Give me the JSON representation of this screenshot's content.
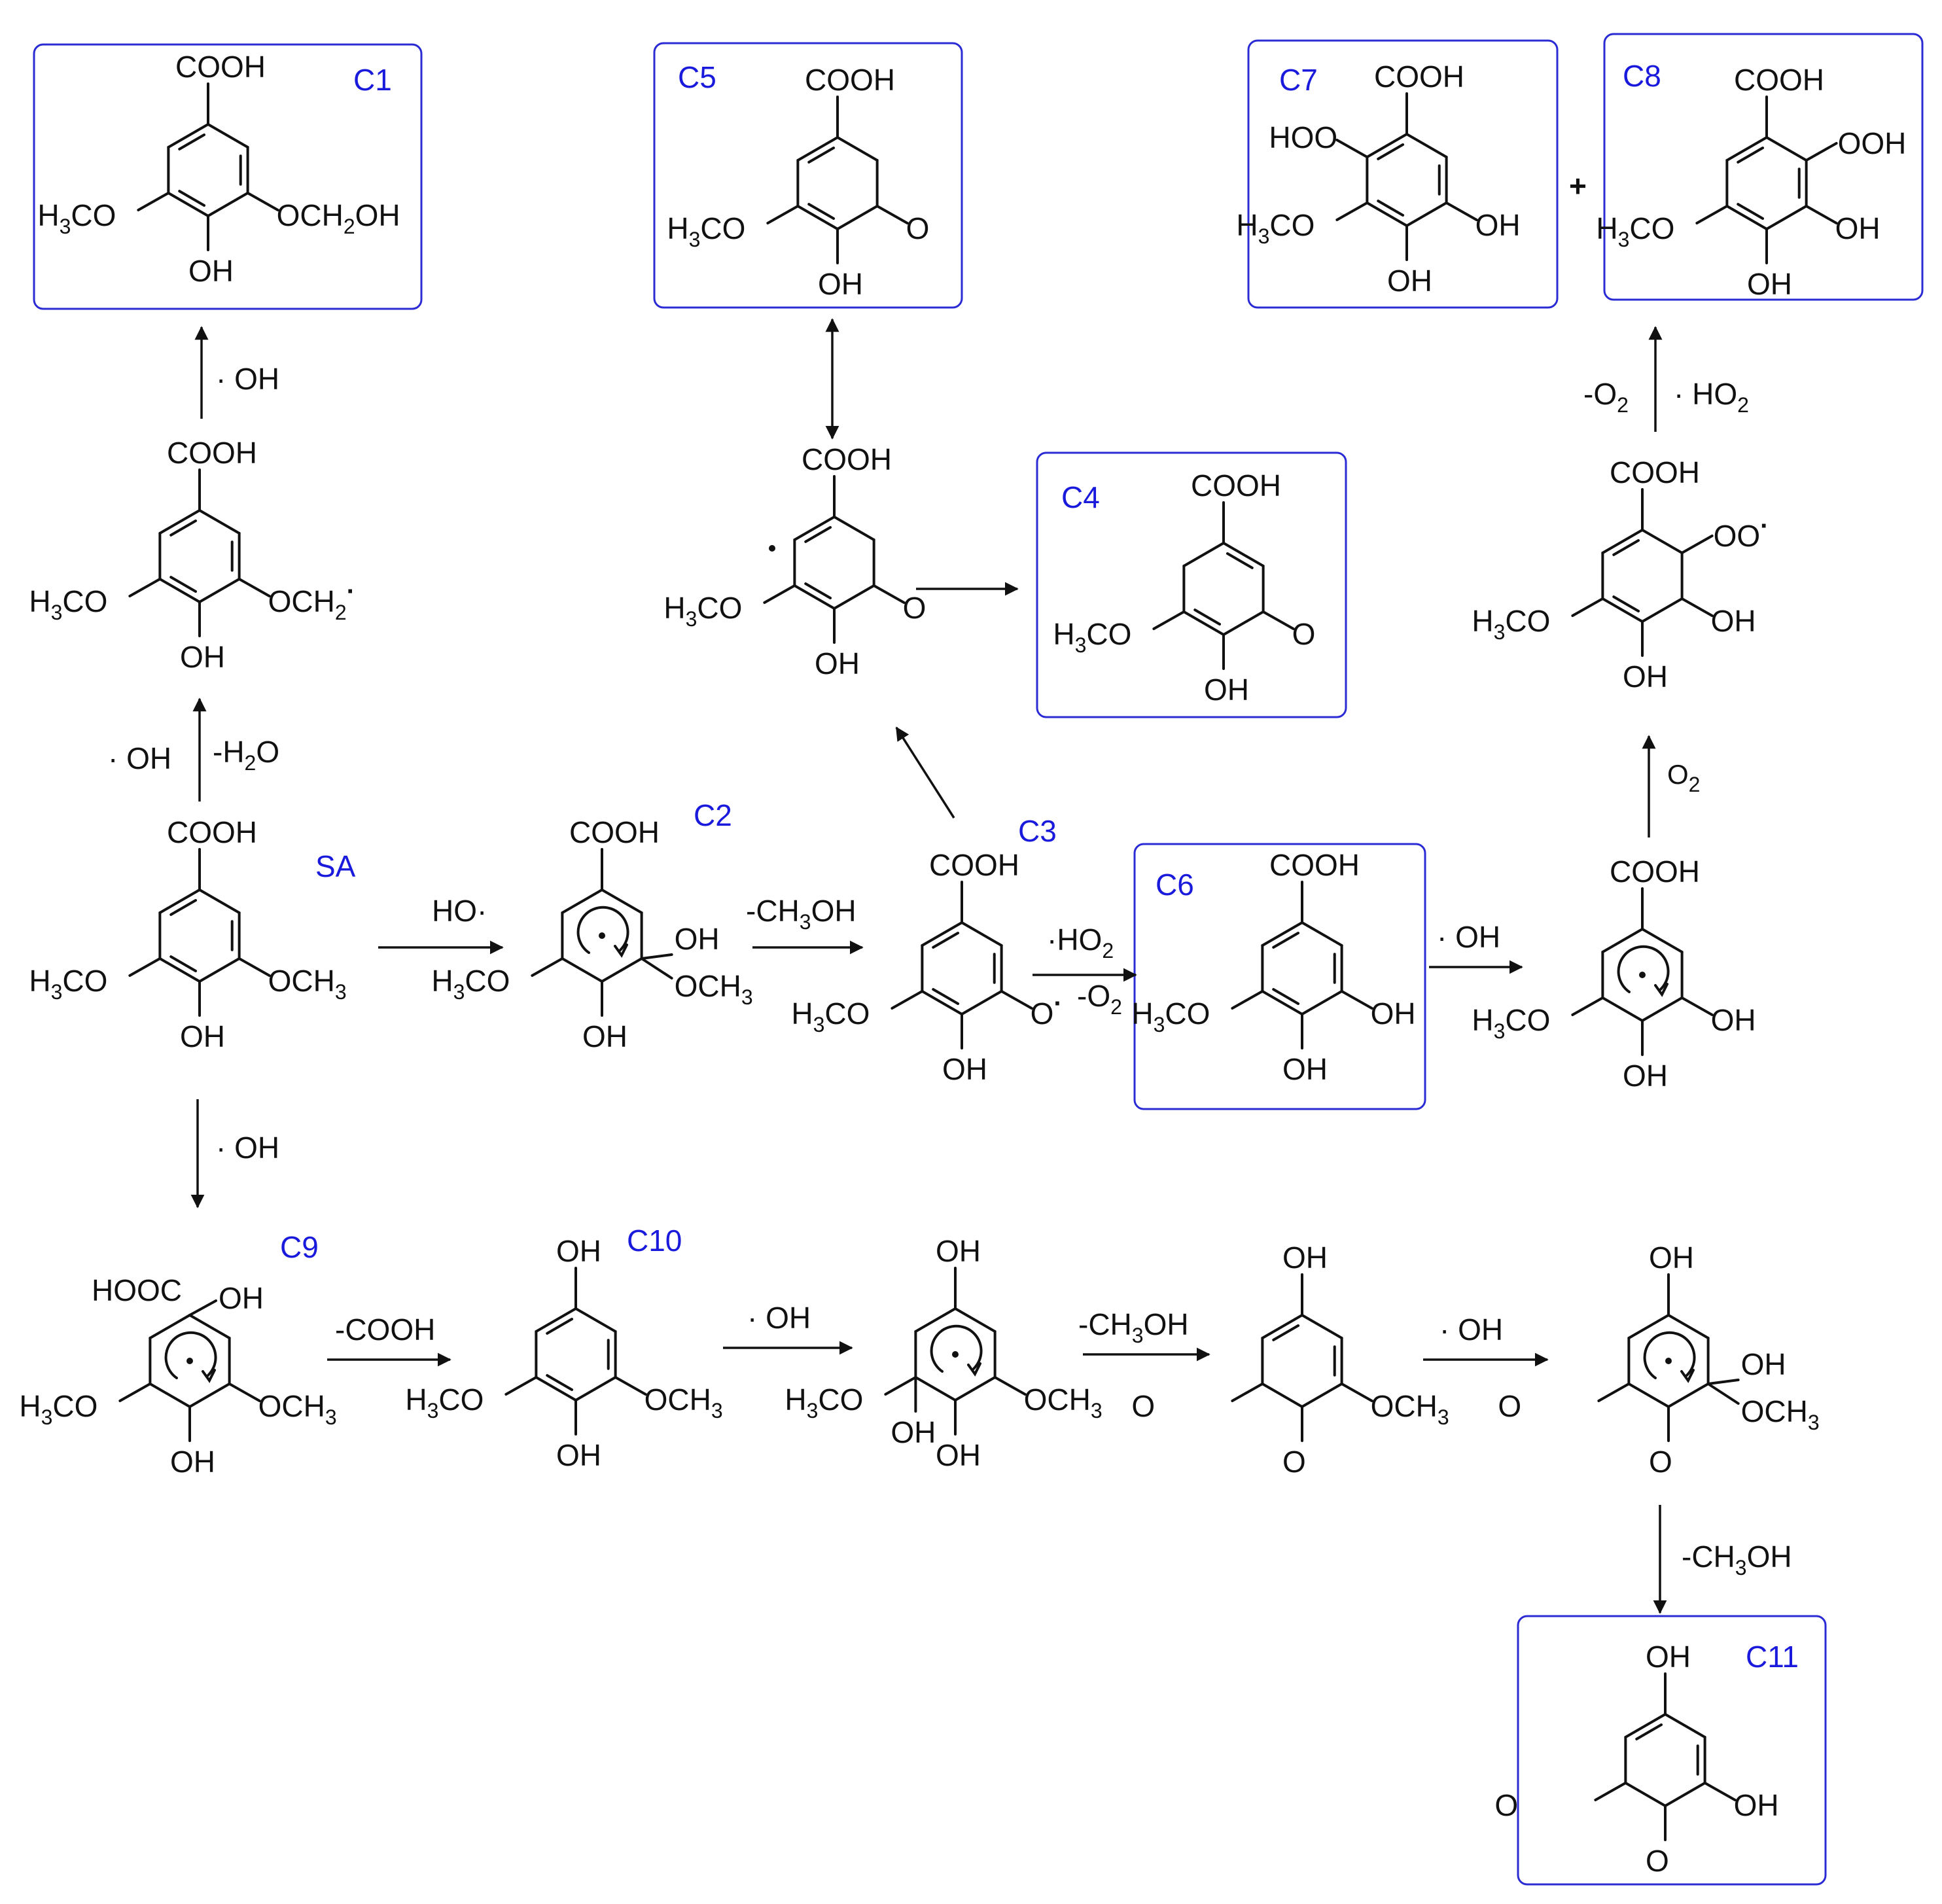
{
  "diagram": {
    "compound_ids": {
      "c1": "C1",
      "c2": "C2",
      "c3": "C3",
      "c4": "C4",
      "c5": "C5",
      "c6": "C6",
      "c7": "C7",
      "c8": "C8",
      "c9": "C9",
      "c10": "C10",
      "c11": "C11",
      "sa": "SA"
    },
    "groups": {
      "cooh": "COOH",
      "hooc": "HOOC",
      "oh": "OH",
      "ho_radical": "HO·",
      "h3co": "H3CO",
      "och3": "OCH3",
      "och2oh": "OCH2OH",
      "och2_radical": "OCH2·",
      "o_radical": "O·",
      "oo_radical": "OO·",
      "ooh": "OOH",
      "hoo": "HOO",
      "o_keto": "O"
    },
    "reagents": {
      "oh_radical": "· OH",
      "ho_radical": "HO·",
      "minus_h2o": "-H2O",
      "minus_ch3oh": "-CH3OH",
      "minus_cooh": "-COOH",
      "ho2_radical": "·HO2",
      "ho2_radical_spaced": "· HO2",
      "minus_o2": "-O2",
      "o2": "O2",
      "plus": "+"
    }
  }
}
